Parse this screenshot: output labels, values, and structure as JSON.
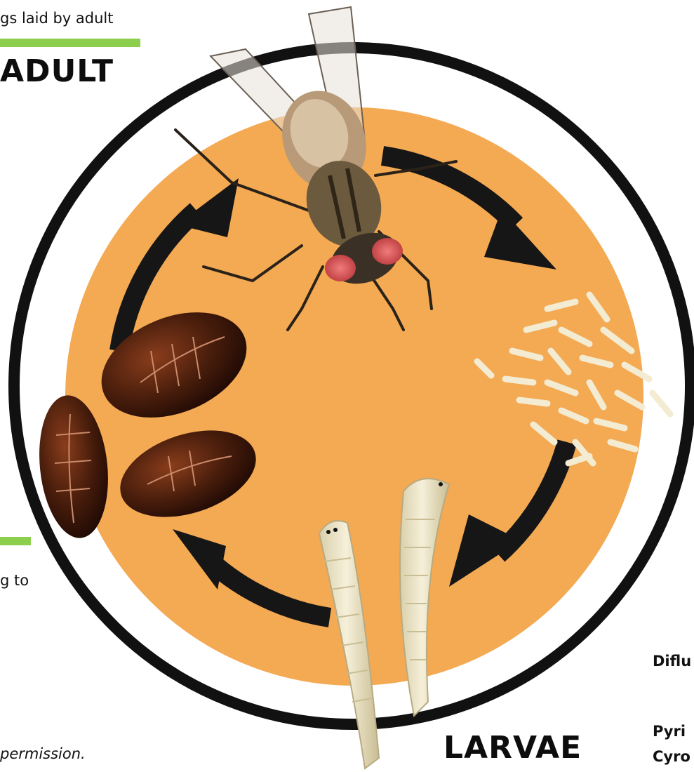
{
  "labels": {
    "eggs_caption": "gs laid by adult",
    "adult_heading": "ADULT",
    "larvae_heading": "LARVAE",
    "left_caption": "g to",
    "permission_note": "permission.",
    "drug_1": "Diflu",
    "drug_2": "Pyri",
    "drug_3": "Cyro"
  },
  "colors": {
    "ring": "#111111",
    "disc": "#f4a953",
    "arrow": "#161616",
    "accent_bar": "#8ccf4d",
    "pupa": "#4a1e0c",
    "larva": "#efe6c8",
    "egg": "#f3ecd2"
  },
  "icons": [
    "house-fly-icon",
    "egg-cluster-icon",
    "larva-icon",
    "pupa-icon",
    "cycle-arrow-icon"
  ]
}
